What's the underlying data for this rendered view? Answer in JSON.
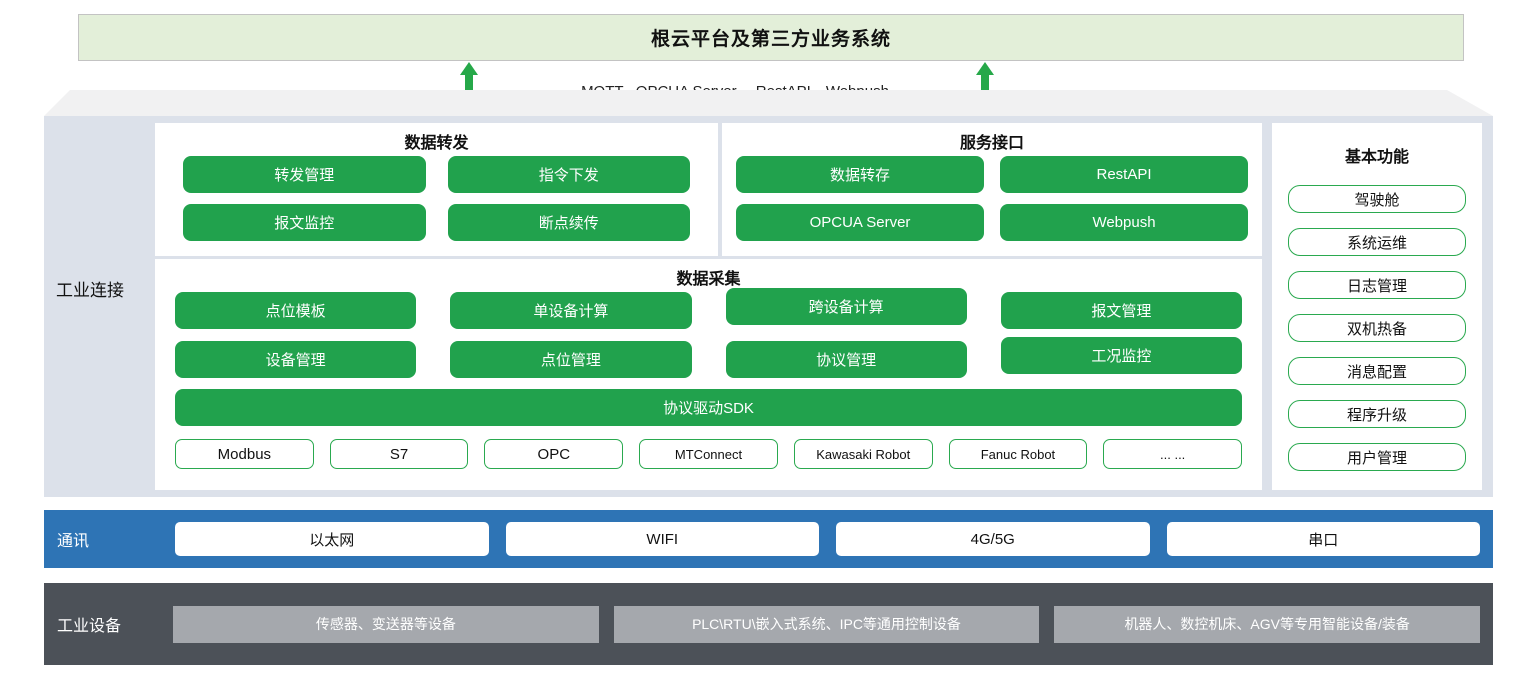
{
  "top_bar": {
    "title": "根云平台及第三方业务系统"
  },
  "interface_row": {
    "protocols_label": "MQTT , OPCUA Server， RestAPI、Webpush"
  },
  "industrial_connection": {
    "label": "工业连接",
    "data_forwarding": {
      "title": "数据转发",
      "buttons": [
        "转发管理",
        "指令下发",
        "报文监控",
        "断点续传"
      ]
    },
    "service_interface": {
      "title": "服务接口",
      "buttons": [
        "数据转存",
        "RestAPI",
        "OPCUA Server",
        "Webpush"
      ]
    },
    "data_collection": {
      "title": "数据采集",
      "buttons": [
        "点位模板",
        "单设备计算",
        "跨设备计算",
        "报文管理",
        "设备管理",
        "点位管理",
        "协议管理",
        "工况监控"
      ],
      "sdk_bar": "协议驱动SDK",
      "protocols": [
        "Modbus",
        "S7",
        "OPC",
        "MTConnect",
        "Kawasaki Robot",
        "Fanuc Robot",
        "... ..."
      ]
    },
    "basic_functions": {
      "title": "基本功能",
      "buttons": [
        "驾驶舱",
        "系统运维",
        "日志管理",
        "双机热备",
        "消息配置",
        "程序升级",
        "用户管理"
      ]
    }
  },
  "communication": {
    "label": "通讯",
    "items": [
      "以太网",
      "WIFI",
      "4G/5G",
      "串口"
    ]
  },
  "industrial_devices": {
    "label": "工业设备",
    "items": [
      "传感器、变送器等设备",
      "PLC\\RTU\\嵌入式系统、IPC等通用控制设备",
      "机器人、数控机床、AGV等专用智能设备/装备"
    ]
  },
  "colors": {
    "top-bar-bg": "#e3efd9",
    "arrow-green": "#26a849",
    "box-top-face": "#f1f1f2",
    "box-face": "#dce1ea",
    "panel-bg": "#ffffff",
    "green-button": "#21a24d",
    "outline-green": "#2aa94f",
    "comm-blue": "#2e74b5",
    "device-dark": "#4c5158",
    "device-box": "#a5a8ad"
  }
}
